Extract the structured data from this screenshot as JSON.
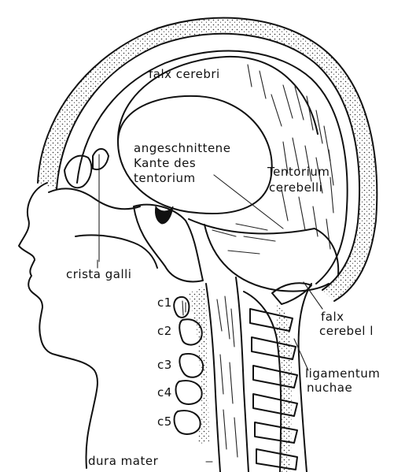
{
  "labels": {
    "falx_cerebri": "falx cerebri",
    "angeschnittene_1": "angeschnittene",
    "angeschnittene_2": "Kante des",
    "angeschnittene_3": "tentorium",
    "tentorium_1": "Tentorium",
    "tentorium_2": "cerebelli",
    "crista_galli": "crista galli",
    "falx_cerebelli_1": "falx",
    "falx_cerebelli_2": "cerebel l",
    "ligamentum_1": "ligamentum",
    "ligamentum_2": "nuchae",
    "dura_mater": "dura mater",
    "c1": "c1",
    "c2": "c2",
    "c3": "c3",
    "c4": "c4",
    "c5": "c5"
  }
}
